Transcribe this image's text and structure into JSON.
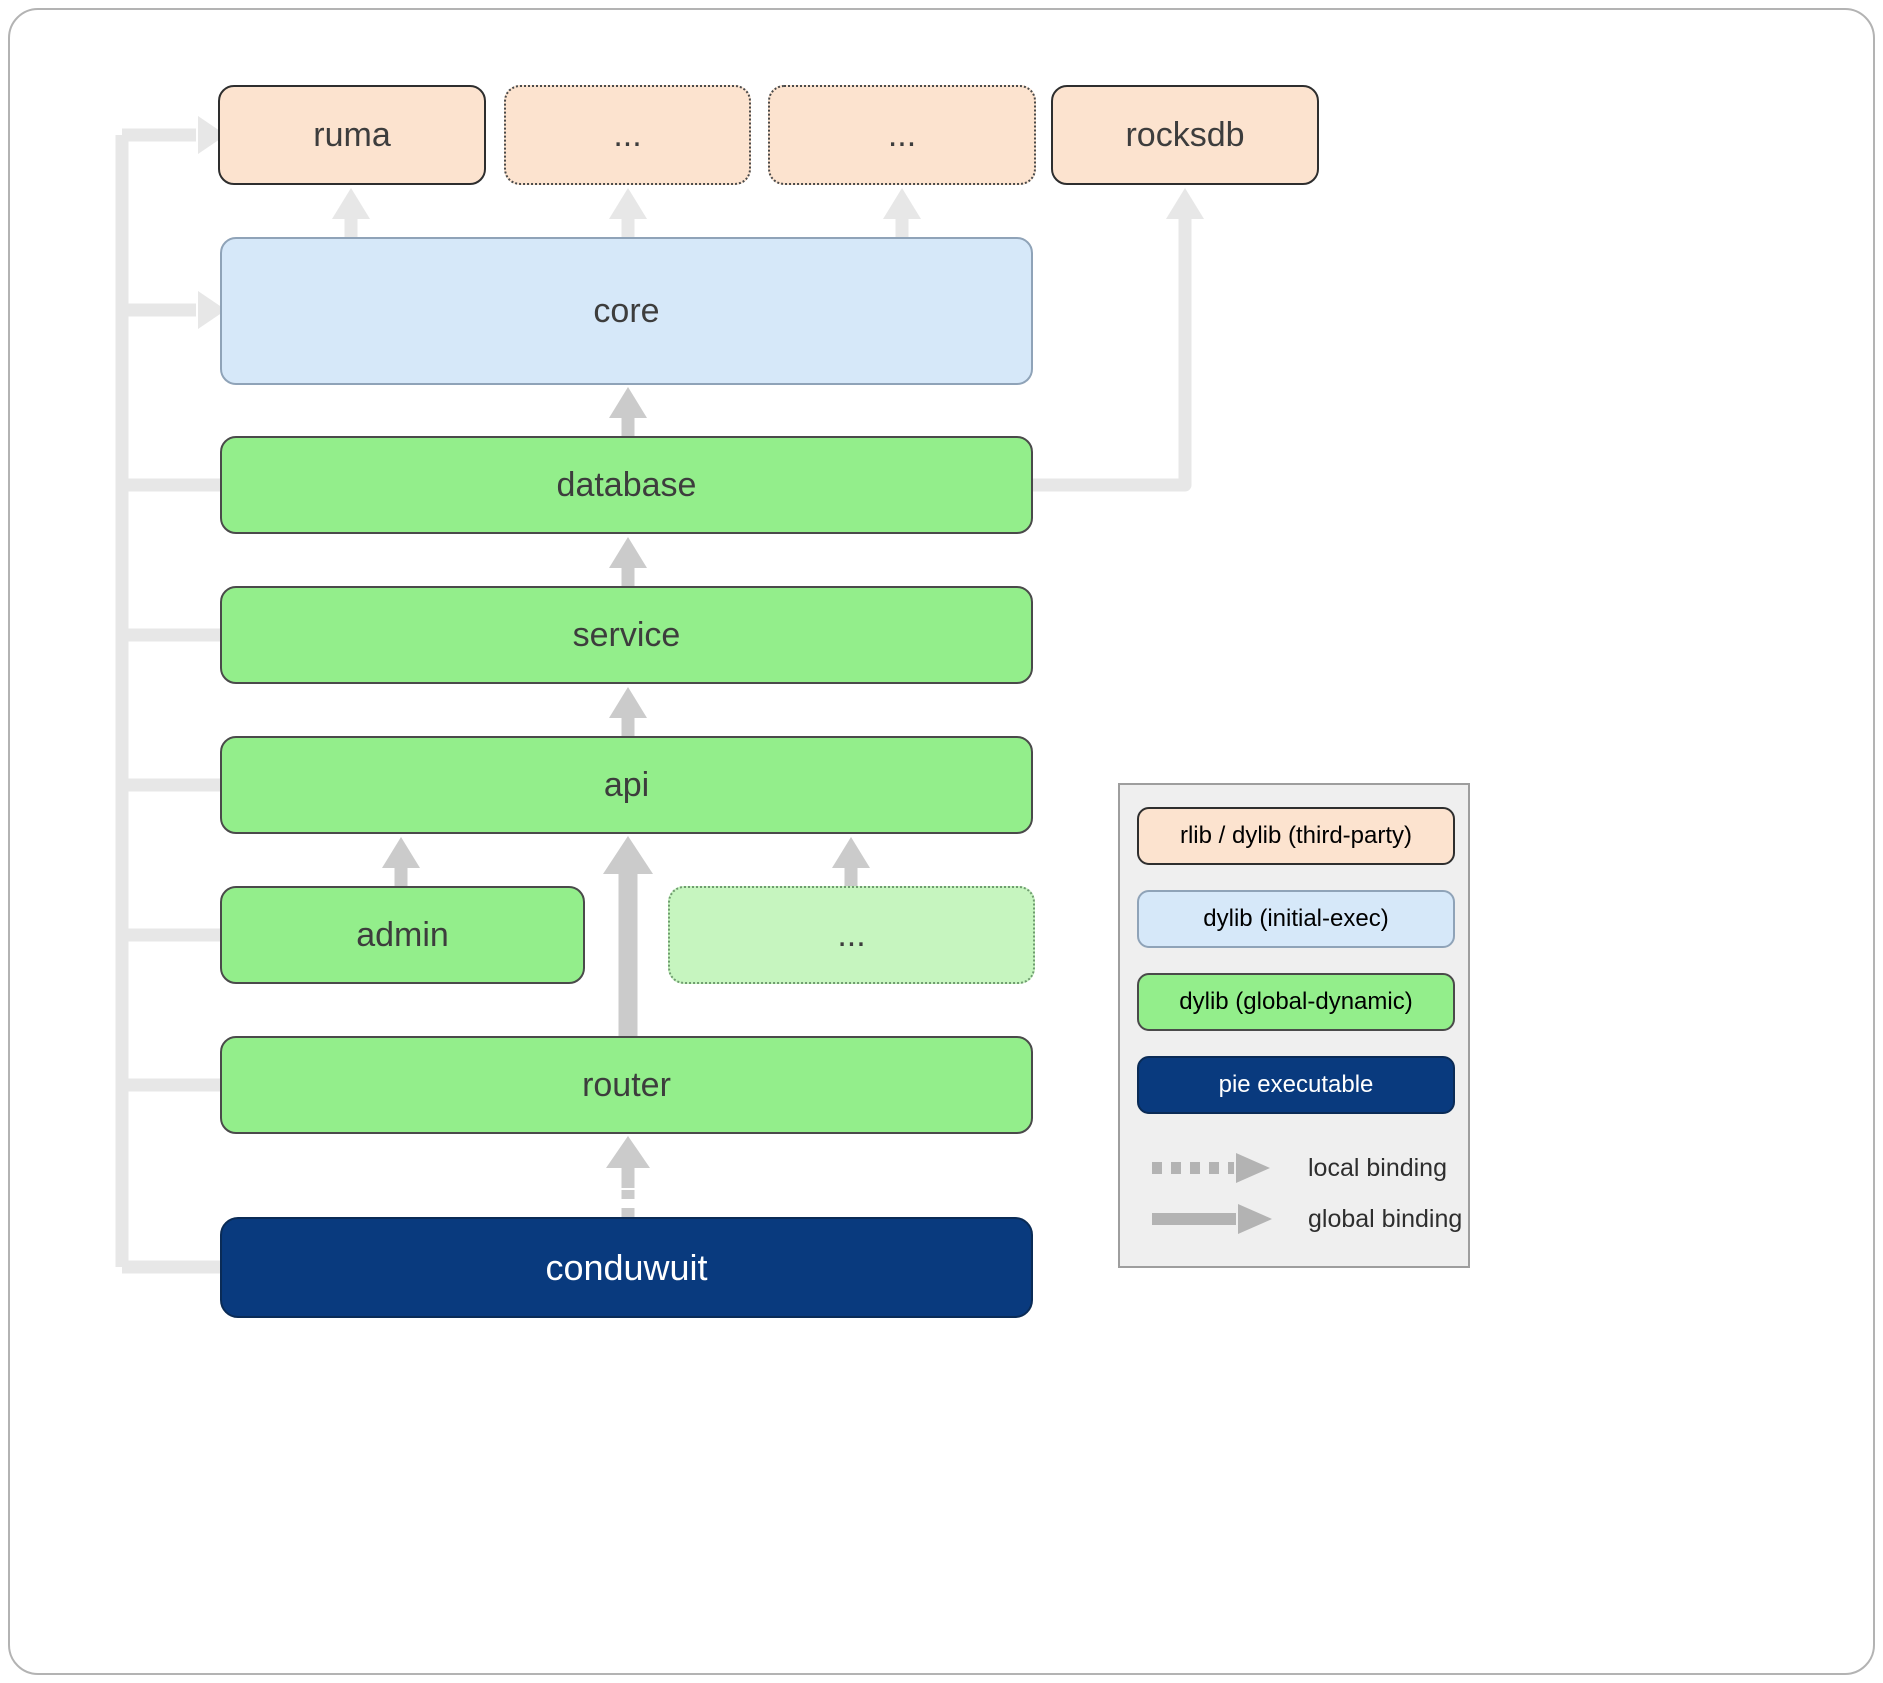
{
  "nodes": {
    "ruma": "ruma",
    "dots_top_1": "...",
    "dots_top_2": "...",
    "rocksdb": "rocksdb",
    "core": "core",
    "database": "database",
    "service": "service",
    "api": "api",
    "admin": "admin",
    "dots_mid": "...",
    "router": "router",
    "conduwuit": "conduwuit"
  },
  "edges": [
    {
      "from": "conduwuit",
      "to": "router",
      "binding": "local"
    },
    {
      "from": "router",
      "to": "api",
      "binding": "global"
    },
    {
      "from": "admin",
      "to": "api",
      "binding": "global"
    },
    {
      "from": "dots_mid",
      "to": "api",
      "binding": "global"
    },
    {
      "from": "api",
      "to": "service",
      "binding": "global"
    },
    {
      "from": "service",
      "to": "database",
      "binding": "global"
    },
    {
      "from": "database",
      "to": "core",
      "binding": "global"
    },
    {
      "from": "database",
      "to": "rocksdb",
      "binding": "global"
    },
    {
      "from": "core",
      "to": "ruma",
      "binding": "global"
    },
    {
      "from": "core",
      "to": "dots_top_1",
      "binding": "global"
    },
    {
      "from": "core",
      "to": "dots_top_2",
      "binding": "global"
    },
    {
      "from": "left-rail",
      "to": "ruma",
      "binding": "global"
    },
    {
      "from": "left-rail",
      "to": "core",
      "binding": "global"
    }
  ],
  "legend": {
    "items": [
      {
        "key": "thirdparty",
        "label": "rlib / dylib (third-party)"
      },
      {
        "key": "initial_exec",
        "label": "dylib (initial-exec)"
      },
      {
        "key": "global_dynamic",
        "label": "dylib (global-dynamic)"
      },
      {
        "key": "pie",
        "label": "pie executable"
      }
    ],
    "local_binding_label": "local binding",
    "global_binding_label": "global binding"
  },
  "colors": {
    "tp-bg": "#fce3cf",
    "tp-border": "#2e2e2e",
    "blue-bg": "#d6e8f9",
    "blue-border": "#8fa3b8",
    "green-bg": "#93ee8b",
    "green-border": "#4a4a4a",
    "green-light-bg": "#c6f5bf",
    "pie-bg": "#093a7e",
    "pie-border": "#0a2b56",
    "box-text": "#3d3d3d",
    "arrow-light": "#e7e7e7",
    "arrow-mid": "#cbcbcb",
    "arrow-legend": "#b3b3b3",
    "legend-bg": "#efefef",
    "legend-border": "#9e9e9e"
  }
}
